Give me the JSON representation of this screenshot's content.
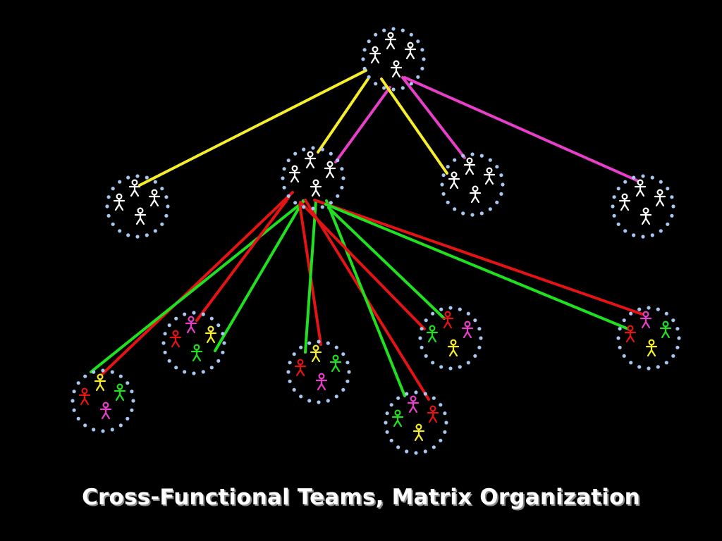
{
  "caption": "Cross-Functional Teams, Matrix Organization",
  "colors": {
    "background": "#000000",
    "ring_dot": "#a7c7f0",
    "white": "#ffffff",
    "yellow": "#f7ee2b",
    "magenta": "#e83fc8",
    "red": "#e41414",
    "green": "#1fe11f"
  },
  "groups": [
    {
      "id": "top",
      "members": [
        "white",
        "white",
        "white",
        "white"
      ]
    },
    {
      "id": "left",
      "members": [
        "white",
        "white",
        "white",
        "white"
      ]
    },
    {
      "id": "center",
      "members": [
        "white",
        "white",
        "white",
        "white"
      ]
    },
    {
      "id": "right-mid",
      "members": [
        "white",
        "white",
        "white",
        "white"
      ]
    },
    {
      "id": "far-right",
      "members": [
        "white",
        "white",
        "white",
        "white"
      ]
    },
    {
      "id": "team-1",
      "members": [
        "red",
        "yellow",
        "green",
        "magenta"
      ]
    },
    {
      "id": "team-2",
      "members": [
        "red",
        "magenta",
        "yellow",
        "green"
      ]
    },
    {
      "id": "team-3",
      "members": [
        "red",
        "yellow",
        "green",
        "magenta"
      ]
    },
    {
      "id": "team-4",
      "members": [
        "green",
        "magenta",
        "red",
        "yellow"
      ]
    },
    {
      "id": "team-5",
      "members": [
        "green",
        "red",
        "magenta",
        "yellow"
      ]
    },
    {
      "id": "team-6",
      "members": [
        "red",
        "magenta",
        "green",
        "yellow"
      ]
    }
  ],
  "links": [
    {
      "from": "top",
      "to": "left",
      "color": "yellow"
    },
    {
      "from": "top",
      "to": "center",
      "color": "yellow"
    },
    {
      "from": "top",
      "to": "center",
      "color": "magenta"
    },
    {
      "from": "top",
      "to": "right-mid",
      "color": "yellow"
    },
    {
      "from": "top",
      "to": "right-mid",
      "color": "magenta"
    },
    {
      "from": "top",
      "to": "far-right",
      "color": "magenta"
    },
    {
      "from": "center",
      "to": "team-1",
      "color": "red"
    },
    {
      "from": "center",
      "to": "team-1",
      "color": "green"
    },
    {
      "from": "center",
      "to": "team-2",
      "color": "red"
    },
    {
      "from": "center",
      "to": "team-2",
      "color": "green"
    },
    {
      "from": "center",
      "to": "team-3",
      "color": "red"
    },
    {
      "from": "center",
      "to": "team-3",
      "color": "green"
    },
    {
      "from": "center",
      "to": "team-4",
      "color": "red"
    },
    {
      "from": "center",
      "to": "team-4",
      "color": "green"
    },
    {
      "from": "center",
      "to": "team-5",
      "color": "red"
    },
    {
      "from": "center",
      "to": "team-5",
      "color": "green"
    },
    {
      "from": "center",
      "to": "team-6",
      "color": "red"
    },
    {
      "from": "center",
      "to": "team-6",
      "color": "green"
    }
  ]
}
